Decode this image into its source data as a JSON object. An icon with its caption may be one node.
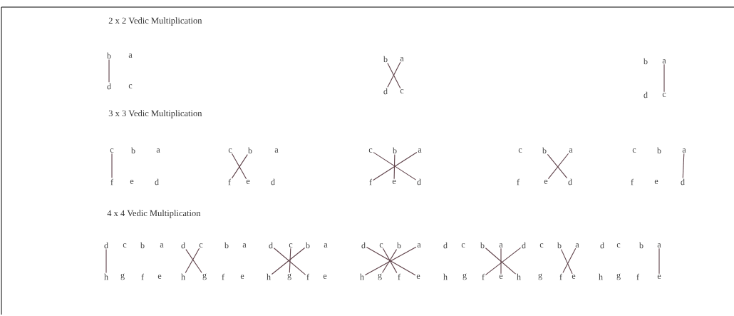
{
  "diagram": {
    "nodes": [
      {
        "text": [
          "b"
        ]
      },
      {
        "text": [
          "a"
        ]
      },
      {
        "text": [
          "d"
        ]
      },
      {
        "text": [
          "c"
        ]
      },
      {
        "text": [
          "b"
        ]
      },
      {
        "text": [
          "a"
        ]
      },
      {
        "text": [
          "d"
        ]
      },
      {
        "text": [
          "c"
        ]
      },
      {
        "text": [
          "b"
        ]
      },
      {
        "text": [
          "a"
        ]
      },
      {
        "text": [
          "d"
        ]
      },
      {
        "text": [
          "c"
        ]
      },
      {
        "text": [
          "c"
        ]
      },
      {
        "text": [
          "b"
        ]
      },
      {
        "text": [
          "a"
        ]
      },
      {
        "text": [
          "f"
        ]
      },
      {
        "text": [
          "e"
        ]
      },
      {
        "text": [
          "d"
        ]
      },
      {
        "text": [
          "c"
        ]
      },
      {
        "text": [
          "b"
        ]
      },
      {
        "text": [
          "a"
        ]
      },
      {
        "text": [
          "f"
        ]
      },
      {
        "text": [
          "e"
        ]
      },
      {
        "text": [
          "d"
        ]
      },
      {
        "text": [
          "c"
        ]
      },
      {
        "text": [
          "b"
        ]
      },
      {
        "text": [
          "a"
        ]
      },
      {
        "text": [
          "f"
        ]
      },
      {
        "text": [
          "e"
        ]
      },
      {
        "text": [
          "d"
        ]
      },
      {
        "text": [
          "c"
        ]
      },
      {
        "text": [
          "b"
        ]
      },
      {
        "text": [
          "a"
        ]
      },
      {
        "text": [
          "f"
        ]
      },
      {
        "text": [
          "e"
        ]
      },
      {
        "text": [
          "d"
        ]
      },
      {
        "text": [
          "c"
        ]
      },
      {
        "text": [
          "b"
        ]
      },
      {
        "text": [
          "a"
        ]
      },
      {
        "text": [
          "f"
        ]
      },
      {
        "text": [
          "e"
        ]
      },
      {
        "text": [
          "d"
        ]
      },
      {
        "text": [
          "d"
        ]
      },
      {
        "text": [
          "c"
        ]
      },
      {
        "text": [
          "b"
        ]
      },
      {
        "text": [
          "a"
        ]
      },
      {
        "text": [
          "h"
        ]
      },
      {
        "text": [
          "g"
        ]
      },
      {
        "text": [
          "f"
        ]
      },
      {
        "text": [
          "e"
        ]
      },
      {
        "text": [
          "d"
        ]
      },
      {
        "text": [
          "c"
        ]
      },
      {
        "text": [
          "b"
        ]
      },
      {
        "text": [
          "a"
        ]
      },
      {
        "text": [
          "h"
        ]
      },
      {
        "text": [
          "g"
        ]
      },
      {
        "text": [
          "f"
        ]
      },
      {
        "text": [
          "e"
        ]
      },
      {
        "text": [
          "d"
        ]
      },
      {
        "text": [
          "c"
        ]
      },
      {
        "text": [
          "b"
        ]
      },
      {
        "text": [
          "a"
        ]
      },
      {
        "text": [
          "h"
        ]
      },
      {
        "text": [
          "g"
        ]
      },
      {
        "text": [
          "f"
        ]
      },
      {
        "text": [
          "e"
        ]
      },
      {
        "text": [
          "d"
        ]
      },
      {
        "text": [
          "c"
        ]
      },
      {
        "text": [
          "b"
        ]
      },
      {
        "text": [
          "a"
        ]
      },
      {
        "text": [
          "h"
        ]
      },
      {
        "text": [
          "g"
        ]
      },
      {
        "text": [
          "f"
        ]
      },
      {
        "text": [
          "e"
        ]
      },
      {
        "text": [
          "d"
        ]
      },
      {
        "text": [
          "c"
        ]
      },
      {
        "text": [
          "b"
        ]
      },
      {
        "text": [
          "a"
        ]
      },
      {
        "text": [
          "h"
        ]
      },
      {
        "text": [
          "g"
        ]
      },
      {
        "text": [
          "f"
        ]
      },
      {
        "text": [
          "e"
        ]
      },
      {
        "text": [
          "d"
        ]
      },
      {
        "text": [
          "c"
        ]
      },
      {
        "text": [
          "b"
        ]
      },
      {
        "text": [
          "a"
        ]
      },
      {
        "text": [
          "h"
        ]
      },
      {
        "text": [
          "g"
        ]
      },
      {
        "text": [
          "f"
        ]
      },
      {
        "text": [
          "e"
        ]
      },
      {
        "text": [
          "d"
        ]
      },
      {
        "text": [
          "c"
        ]
      },
      {
        "text": [
          "b"
        ]
      },
      {
        "text": [
          "a"
        ]
      },
      {
        "text": [
          "h"
        ]
      },
      {
        "text": [
          "g"
        ]
      },
      {
        "text": [
          "f"
        ]
      },
      {
        "text": [
          "e"
        ]
      }
    ],
    "edges": [
      {
        "from": 0,
        "to": 2,
        "arrow": "none"
      },
      {
        "from": 4,
        "to": 7,
        "arrow": "none"
      },
      {
        "from": 5,
        "to": 6,
        "arrow": "none"
      },
      {
        "from": 9,
        "to": 11,
        "arrow": "none"
      },
      {
        "from": 12,
        "to": 15,
        "arrow": "none"
      },
      {
        "from": 18,
        "to": 22,
        "arrow": "none"
      },
      {
        "from": 19,
        "to": 21,
        "arrow": "none"
      },
      {
        "from": 24,
        "to": 29,
        "arrow": "none"
      },
      {
        "from": 25,
        "to": 28,
        "arrow": "none"
      },
      {
        "from": 26,
        "to": 27,
        "arrow": "none"
      },
      {
        "from": 31,
        "to": 35,
        "arrow": "none"
      },
      {
        "from": 32,
        "to": 34,
        "arrow": "none"
      },
      {
        "from": 38,
        "to": 41,
        "arrow": "none"
      },
      {
        "from": 42,
        "to": 46,
        "arrow": "none"
      },
      {
        "from": 50,
        "to": 55,
        "arrow": "none"
      },
      {
        "from": 51,
        "to": 54,
        "arrow": "none"
      },
      {
        "from": 58,
        "to": 64,
        "arrow": "none"
      },
      {
        "from": 59,
        "to": 63,
        "arrow": "none"
      },
      {
        "from": 60,
        "to": 62,
        "arrow": "none"
      },
      {
        "from": 66,
        "to": 73,
        "arrow": "none"
      },
      {
        "from": 67,
        "to": 72,
        "arrow": "none"
      },
      {
        "from": 68,
        "to": 71,
        "arrow": "none"
      },
      {
        "from": 69,
        "to": 70,
        "arrow": "none"
      },
      {
        "from": 76,
        "to": 86,
        "arrow": "none"
      },
      {
        "from": 77,
        "to": 81,
        "arrow": "none"
      },
      {
        "from": 82,
        "to": 80,
        "arrow": "none"
      },
      {
        "from": 84,
        "to": 89,
        "arrow": "none"
      },
      {
        "from": 85,
        "to": 88,
        "arrow": "none"
      },
      {
        "from": 93,
        "to": 97,
        "arrow": "none"
      }
    ],
    "labels": [
      "2 x 2 Vedic Multiplication",
      "3 x 3 Vedic Multiplication",
      "4 x 4 Vedic Multiplication"
    ]
  }
}
